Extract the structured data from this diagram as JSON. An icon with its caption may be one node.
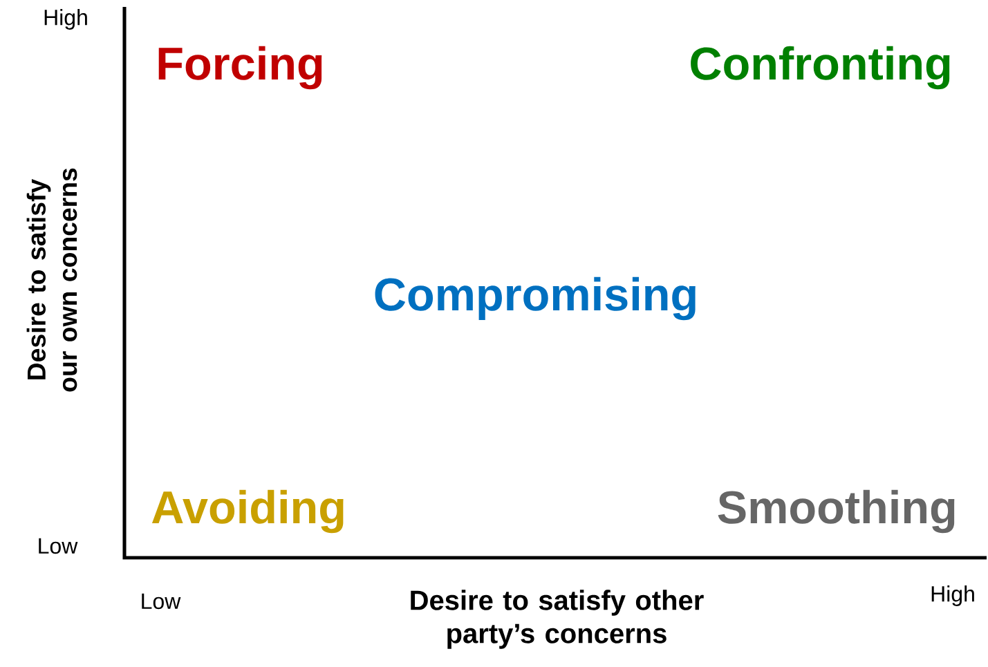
{
  "diagram": {
    "labels": [
      "High",
      "Forcing",
      "Confronting",
      "Desire to satisfy our own concerns",
      "Compromising",
      "Avoiding",
      "Smoothing",
      "Low",
      "Low",
      "Desire to satisfy other party’s concerns",
      "High"
    ]
  }
}
